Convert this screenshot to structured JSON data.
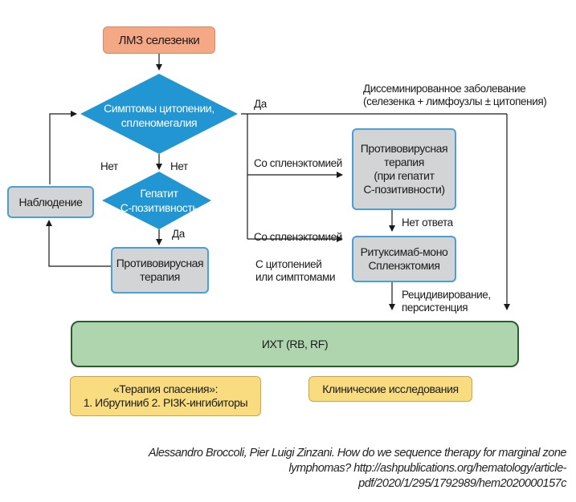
{
  "nodes": {
    "start": "ЛМЗ селезенки",
    "decision_symptoms": [
      "Симптомы цитопении,",
      "спленомегалия"
    ],
    "decision_hepatitis": [
      "Гепатит",
      "С-позитивность"
    ],
    "observation": "Наблюдение",
    "antiviral_left": [
      "Противовирусная",
      "терапия"
    ],
    "antiviral_right": [
      "Противовирусная",
      "терапия",
      "(при гепатит",
      "С-позитивности)"
    ],
    "rituximab": [
      "Ритуксимаб-моно",
      "Спленэктомия"
    ],
    "ikht": "ИХТ (RB, RF)",
    "salvage": [
      "«Терапия спасения»:",
      "1. Ибрутиниб 2. PI3K-ингибиторы"
    ],
    "clinical_trials": "Клинические исследования"
  },
  "edge_labels": {
    "yes_top": "Да",
    "no_left": "Нет",
    "no_down": "Нет",
    "yes_hep": "Да",
    "disseminated": [
      "Диссеминированное заболевание",
      "(селезенка + лимфоузлы ± цитопения)"
    ],
    "with_splenectomy_1": "Со спленэктомией",
    "with_splenectomy_2": "Со спленэктомией",
    "cytopenia_symptoms": [
      "С цитопенией",
      "или симптомами"
    ],
    "no_response": "Нет ответа",
    "relapse": [
      "Рецидивирование,",
      "персистенция"
    ]
  },
  "citation": [
    "Alessandro Broccoli, Pier Luigi Zinzani. How do we sequence therapy for marginal zone",
    "lymphomas? http://ashpublications.org/hematology/article-",
    "pdf/2020/1/295/1792989/hem2020000157c"
  ],
  "colors": {
    "diamond": "#2196d3",
    "start": "#f5a885",
    "grey_box": "#d3d4d6",
    "green_box": "#aed5ae",
    "yellow_box": "#f9dc80"
  }
}
